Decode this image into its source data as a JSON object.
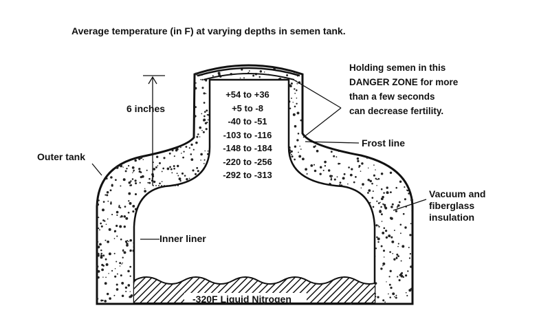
{
  "title": "Average temperature (in F) at varying depths in semen tank.",
  "depth_label": "6 inches",
  "temperature_ranges": [
    "+54 to +36",
    "+5 to -8",
    "-40 to -51",
    "-103 to -116",
    "-148 to -184",
    "-220 to -256",
    "-292 to -313"
  ],
  "danger_zone_note": [
    "Holding semen in this",
    "DANGER ZONE for more",
    "than a few seconds",
    "can decrease fertility."
  ],
  "labels": {
    "frost_line": "Frost line",
    "outer_tank": "Outer tank",
    "inner_liner": "Inner liner",
    "insulation": [
      "Vacuum and",
      "fiberglass",
      "insulation"
    ],
    "liquid_nitrogen": "-320F Liquid Nitrogen"
  }
}
